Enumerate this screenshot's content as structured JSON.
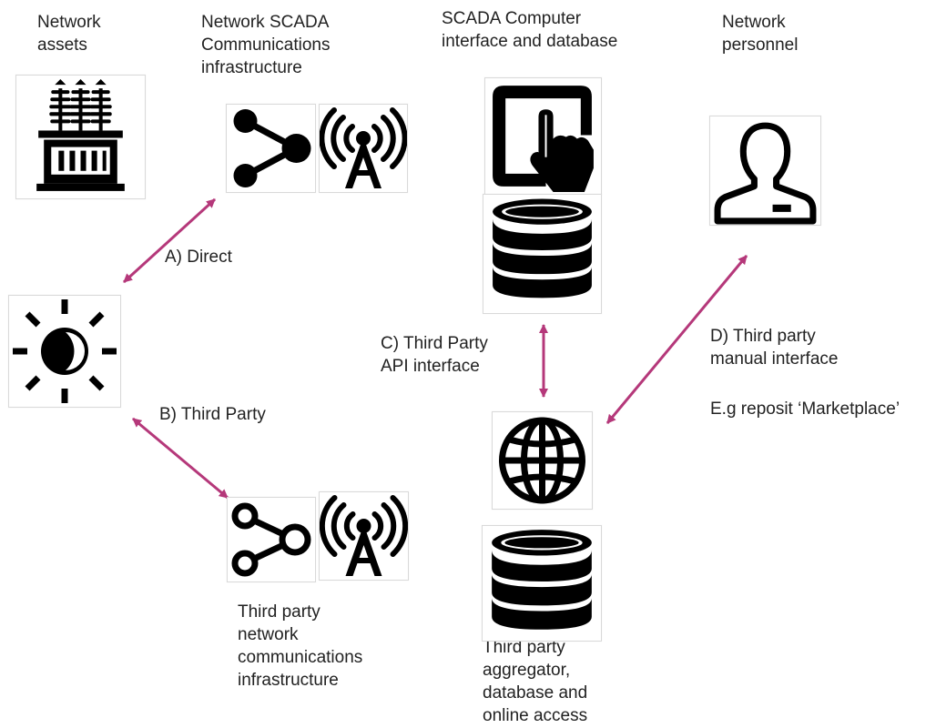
{
  "colors": {
    "arrow": "#b5387a",
    "icon": "#000000"
  },
  "nodes": {
    "network_assets": {
      "label_lines": [
        "Network",
        "assets"
      ],
      "icon": "transformer-icon"
    },
    "scada_comms": {
      "label_lines": [
        "Network SCADA",
        "Communications",
        "infrastructure"
      ],
      "icons": [
        "share-network-icon",
        "radio-tower-icon"
      ]
    },
    "scada_computer": {
      "label_lines": [
        "SCADA Computer",
        "interface and database"
      ],
      "icons": [
        "touchscreen-icon",
        "database-icon"
      ]
    },
    "network_personnel": {
      "label_lines": [
        "Network",
        "personnel"
      ],
      "icon": "person-icon"
    },
    "der_device": {
      "icon": "sun-moon-icon"
    },
    "third_party_comms": {
      "label_lines": [
        "Third party",
        "network",
        "communications",
        "infrastructure"
      ],
      "icons": [
        "share-network-outline-icon",
        "radio-tower-icon"
      ]
    },
    "third_party_aggregator": {
      "label_lines": [
        "Third party",
        "aggregator,",
        "database and",
        "online access"
      ],
      "icons": [
        "globe-icon",
        "database-icon"
      ]
    }
  },
  "connections": {
    "a": {
      "label": "A) Direct"
    },
    "b": {
      "label": "B) Third Party"
    },
    "c": {
      "label_lines": [
        "C) Third Party",
        "API interface"
      ]
    },
    "d": {
      "label_lines": [
        "D) Third party",
        "manual interface"
      ],
      "note": "E.g reposit ‘Marketplace’"
    }
  }
}
